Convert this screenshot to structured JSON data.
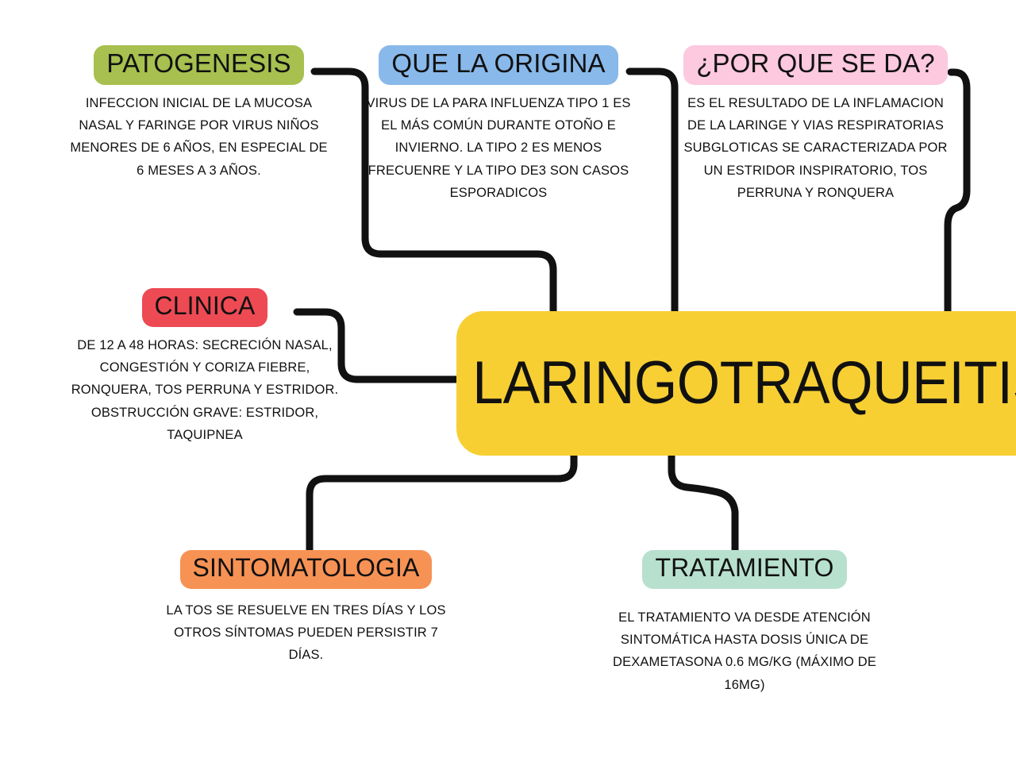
{
  "diagram": {
    "type": "mind-map",
    "title": "LARINGOTRAQUEITIS",
    "center": {
      "label": "LARINGOTRAQUEITIS",
      "color": "#f7cf33"
    },
    "nodes": [
      {
        "id": "patogenesis",
        "label": "PATOGENESIS",
        "color": "#a7c04f",
        "body": "INFECCION INICIAL DE LA MUCOSA NASAL Y FARINGE POR VIRUS NIÑOS MENORES DE 6 AÑOS, EN ESPECIAL DE 6 MESES A 3 AÑOS."
      },
      {
        "id": "origina",
        "label": "QUE LA ORIGINA",
        "color": "#89b9ea",
        "body": "VIRUS DE LA PARA INFLUENZA TIPO 1 ES EL MÁS COMÚN DURANTE OTOÑO E INVIERNO. LA TIPO 2 ES MENOS FRECUENRE  Y LA TIPO DE3 SON CASOS ESPORADICOS"
      },
      {
        "id": "porque",
        "label": "¿POR QUE SE DA?",
        "color": "#fcc9de",
        "body": "ES EL RESULTADO DE LA INFLAMACION DE LA LARINGE Y VIAS RESPIRATORIAS SUBGLOTICAS SE CARACTERIZADA POR UN ESTRIDOR INSPIRATORIO, TOS PERRUNA Y RONQUERA"
      },
      {
        "id": "clinica",
        "label": "CLINICA",
        "color": "#ed4a54",
        "body": "DE 12 A 48 HORAS: SECRECIÓN NASAL, CONGESTIÓN Y CORIZA FIEBRE, RONQUERA, TOS PERRUNA Y ESTRIDOR. OBSTRUCCIÓN GRAVE: ESTRIDOR, TAQUIPNEA"
      },
      {
        "id": "sintomatologia",
        "label": "SINTOMATOLOGIA",
        "color": "#f79255",
        "body": "LA TOS SE RESUELVE EN TRES DÍAS Y LOS OTROS SÍNTOMAS PUEDEN PERSISTIR 7 DÍAS."
      },
      {
        "id": "tratamiento",
        "label": "TRATAMIENTO",
        "color": "#b8e0cf",
        "body": "EL TRATAMIENTO VA DESDE ATENCIÓN SINTOMÁTICA HASTA DOSIS ÚNICA DE DEXAMETASONA 0.6 MG/KG (MÁXIMO DE 16MG)"
      }
    ],
    "connector_color": "#111111",
    "background_color": "#ffffff"
  }
}
